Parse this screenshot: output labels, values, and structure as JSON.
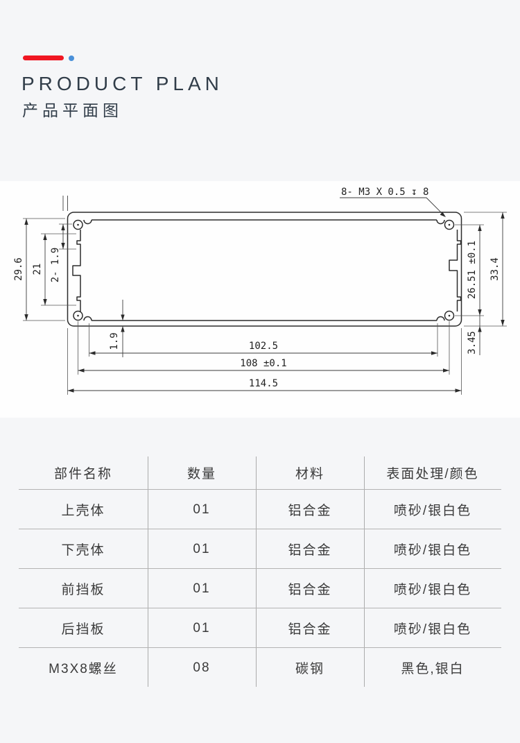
{
  "header": {
    "title": "PRODUCT PLAN",
    "subtitle": "产品平面图",
    "accent_bar_color": "#f01722",
    "accent_dot_color": "#4a90d9"
  },
  "drawing": {
    "thread_note": "8- M3 X 0.5 ↧ 8",
    "dims": {
      "left_height": "29.6",
      "inner_height": "21",
      "slot_note": "2- 1.9",
      "wall_thickness": "1.9",
      "screw_span_v": "26.51 ±0.1",
      "overall_height": "33.4",
      "bottom_offset": "3.45",
      "inner_width": "102.5",
      "screw_span_h": "108 ±0.1",
      "overall_width": "114.5"
    }
  },
  "table": {
    "headers": [
      "部件名称",
      "数量",
      "材料",
      "表面处理/颜色"
    ],
    "rows": [
      [
        "上壳体",
        "01",
        "铝合金",
        "喷砂/银白色"
      ],
      [
        "下壳体",
        "01",
        "铝合金",
        "喷砂/银白色"
      ],
      [
        "前挡板",
        "01",
        "铝合金",
        "喷砂/银白色"
      ],
      [
        "后挡板",
        "01",
        "铝合金",
        "喷砂/银白色"
      ],
      [
        "M3X8螺丝",
        "08",
        "碳钢",
        "黑色,银白"
      ]
    ]
  }
}
